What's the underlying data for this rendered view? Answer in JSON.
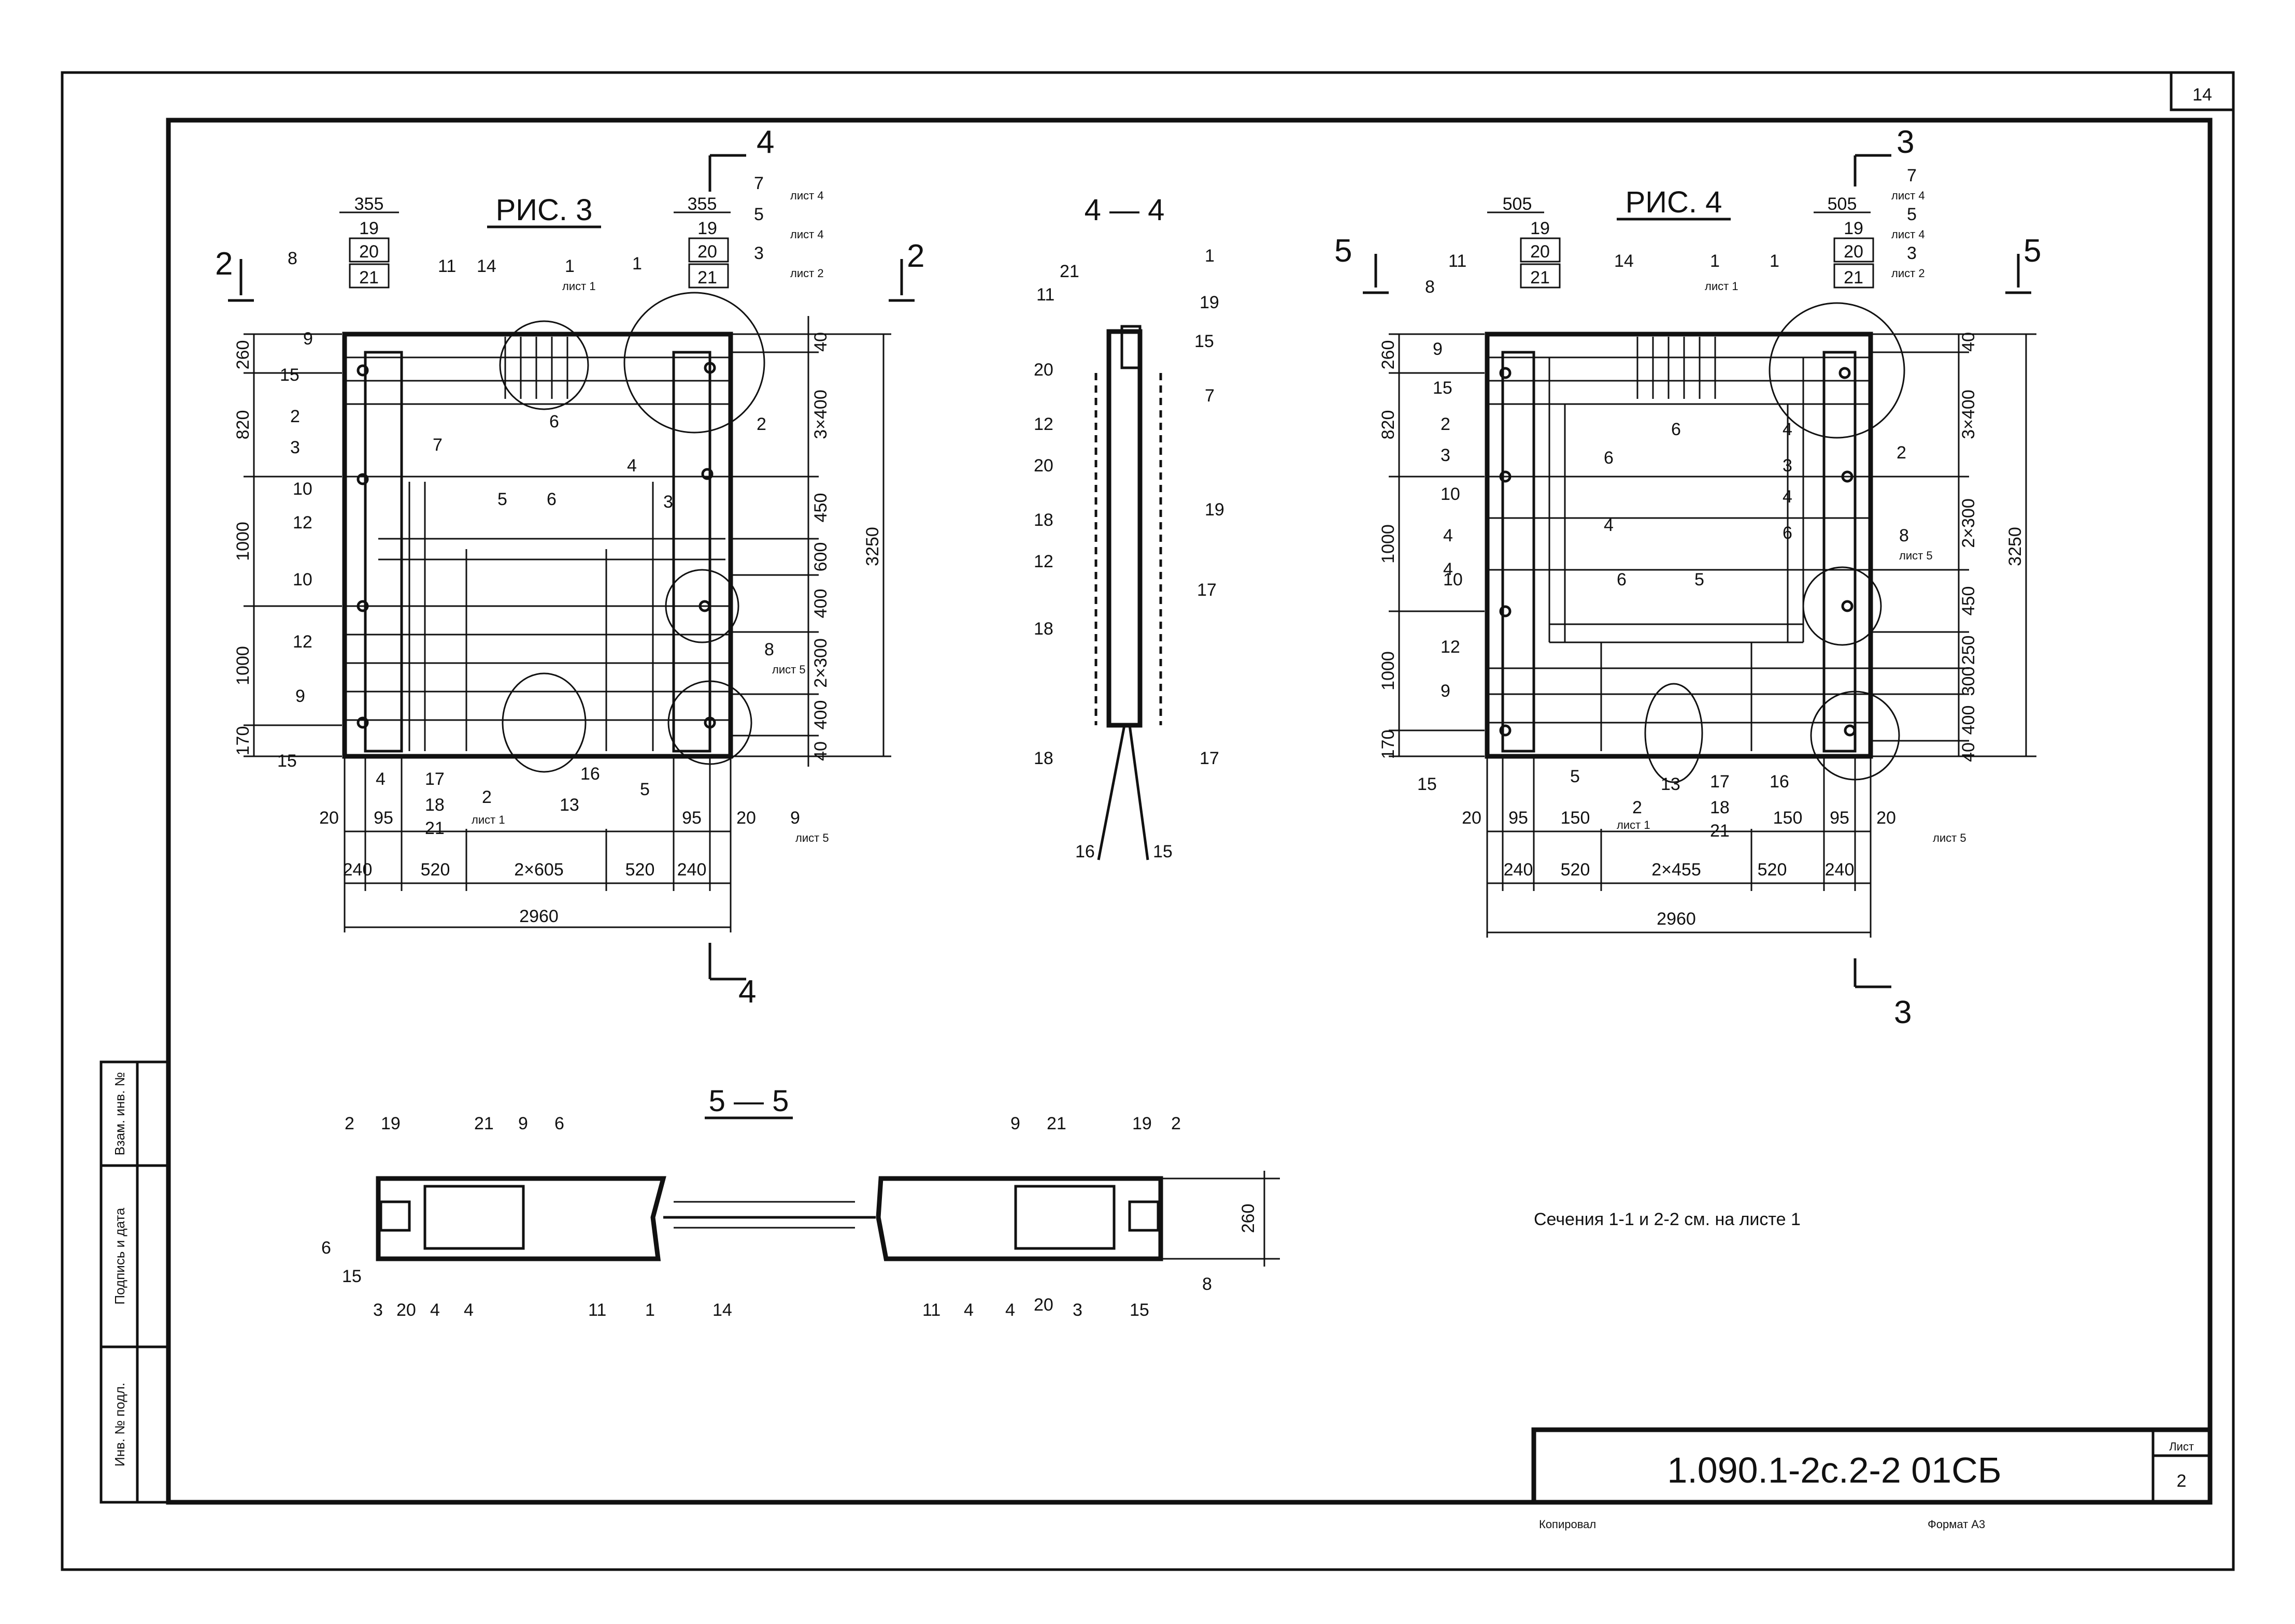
{
  "page": {
    "page_number": "14",
    "sheet_label": "Лист",
    "sheet_number": "2"
  },
  "titleblock": {
    "code": "1.090.1-2с.2-2  01СБ",
    "copied": "Копировал",
    "format": "Формат А3"
  },
  "left_strip": [
    "Инв. № подл.",
    "Подпись и дата",
    "Взам. инв. №"
  ],
  "note": "Сечения 1-1 и 2-2 см. на листе 1",
  "fig3": {
    "title": "РИС. 3",
    "sec_top": "4",
    "sec_bottom": "4",
    "sec_left": "2",
    "sec_right": "2",
    "top_left_dim": "355",
    "top_right_dim": "355",
    "stack": [
      "19",
      "20",
      "21"
    ],
    "callouts_top": [
      "7",
      "5",
      "3"
    ],
    "callouts_top_ref": [
      "лист 4",
      "лист 4",
      "лист 2"
    ],
    "left_labels": [
      "8",
      "9",
      "15",
      "2",
      "3",
      "10",
      "12",
      "10",
      "12",
      "9",
      "15"
    ],
    "left_dims": [
      "260",
      "820",
      "1000",
      "1000",
      "170"
    ],
    "inner_labels": [
      "11",
      "14",
      "1",
      "1",
      "6",
      "7",
      "5",
      "6",
      "4",
      "3",
      "2",
      "8",
      "4",
      "17",
      "18",
      "21",
      "2",
      "13",
      "16",
      "5",
      "9"
    ],
    "ref_list1": "лист 1",
    "ref_list5": "лист 5",
    "right_dims": [
      "40",
      "3×400",
      "450",
      "600",
      "400",
      "2×300",
      "400",
      "40"
    ],
    "overall_height": "3250",
    "bottom_dims_1": [
      "20",
      "95",
      "95",
      "20"
    ],
    "bottom_dims_2": [
      "240",
      "520",
      "2×605",
      "520",
      "240"
    ],
    "overall_width": "2960"
  },
  "sec44": {
    "title": "4 — 4",
    "labels_left": [
      "21",
      "11",
      "20",
      "12",
      "20",
      "18",
      "12",
      "18",
      "18",
      "16"
    ],
    "labels_right": [
      "1",
      "19",
      "15",
      "7",
      "19",
      "17",
      "17",
      "15"
    ]
  },
  "fig4": {
    "title": "РИС. 4",
    "sec_top": "3",
    "sec_bottom": "3",
    "sec_left": "5",
    "sec_right": "5",
    "top_left_dim": "505",
    "top_right_dim": "505",
    "stack": [
      "19",
      "20",
      "21"
    ],
    "callouts_top": [
      "7",
      "5",
      "3"
    ],
    "callouts_top_ref": [
      "лист 4",
      "лист 4",
      "лист 2"
    ],
    "left_labels": [
      "8",
      "9",
      "15",
      "2",
      "3",
      "10",
      "4",
      "4",
      "10",
      "12",
      "9",
      "15"
    ],
    "left_dims": [
      "260",
      "820",
      "1000",
      "1000",
      "170"
    ],
    "inner_labels": [
      "11",
      "14",
      "1",
      "1",
      "6",
      "6",
      "4",
      "6",
      "5",
      "4",
      "3",
      "4",
      "6",
      "2",
      "8",
      "5",
      "13",
      "17",
      "18",
      "21",
      "16",
      "2"
    ],
    "ref_list1": "лист 1",
    "ref_list5": "лист 5",
    "right_dims": [
      "40",
      "3×400",
      "2×300",
      "450",
      "250",
      "300",
      "400",
      "40"
    ],
    "overall_height": "3250",
    "bottom_dims_1": [
      "20",
      "95",
      "150",
      "150",
      "95",
      "20"
    ],
    "bottom_dims_2": [
      "240",
      "520",
      "2×455",
      "520",
      "240"
    ],
    "overall_width": "2960"
  },
  "sec55": {
    "title": "5 — 5",
    "labels_top_left": [
      "2",
      "19",
      "21",
      "9",
      "6"
    ],
    "labels_top_right": [
      "9",
      "21",
      "19",
      "2"
    ],
    "labels_bottom_left": [
      "6",
      "15",
      "3",
      "20",
      "4",
      "4",
      "11",
      "1",
      "14"
    ],
    "labels_bottom_right": [
      "11",
      "4",
      "4",
      "20",
      "3",
      "15",
      "8"
    ],
    "height_dim": "260"
  }
}
